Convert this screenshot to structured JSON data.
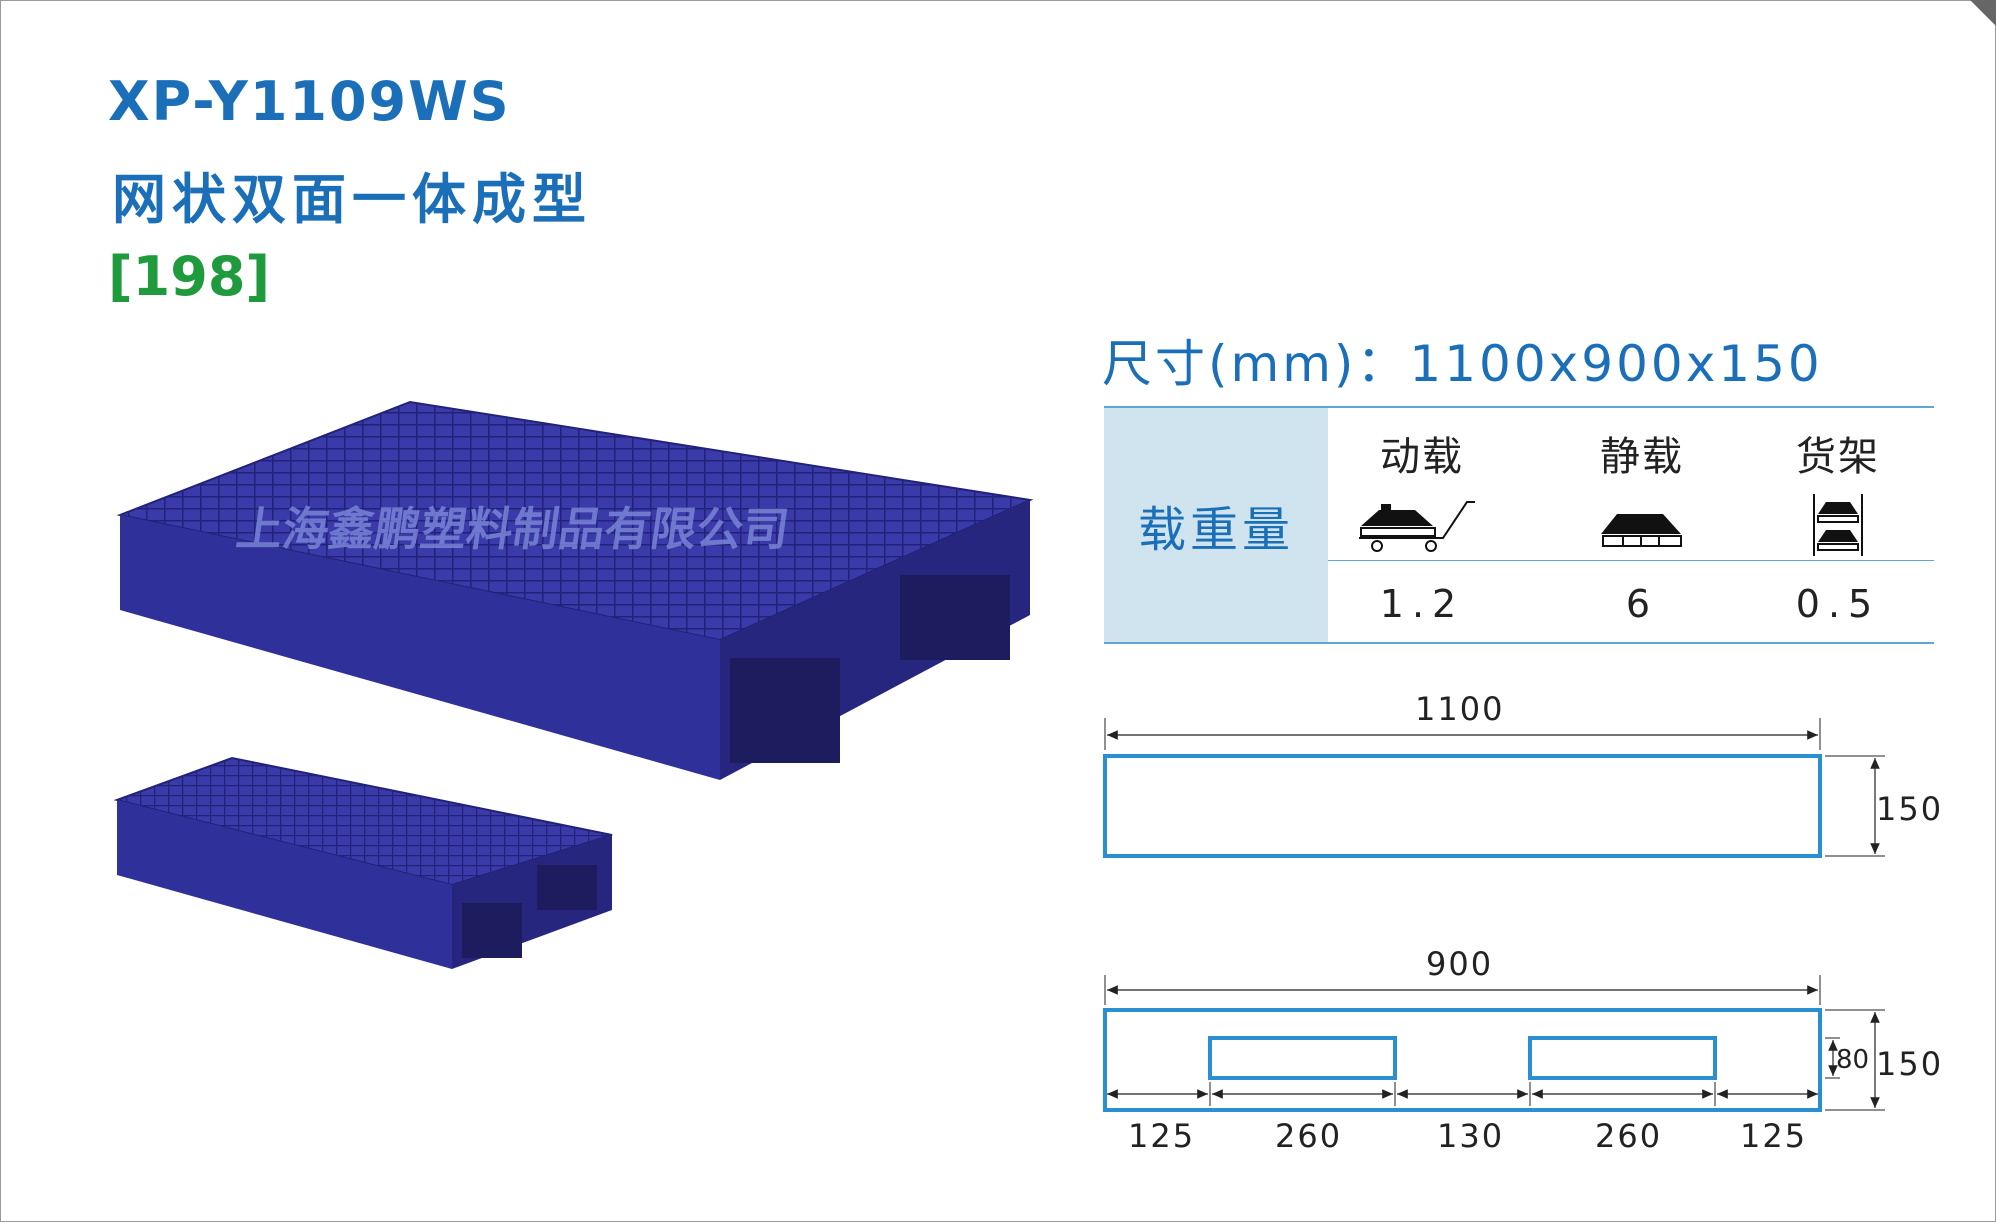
{
  "product": {
    "model": "XP-Y1109WS",
    "type": "网状双面一体成型",
    "code": "[198]",
    "watermark": "上海鑫鹏塑料制品有限公司"
  },
  "dimensions_label": "尺寸(mm)：1100x900x150",
  "load_table": {
    "row_label": "载重量",
    "columns": [
      {
        "label": "动载",
        "icon": "forklift-cart-icon",
        "value": "1.2"
      },
      {
        "label": "静载",
        "icon": "static-load-icon",
        "value": "6"
      },
      {
        "label": "货架",
        "icon": "rack-icon",
        "value": "0.5"
      }
    ]
  },
  "side_view_1": {
    "width": "1100",
    "height": "150"
  },
  "side_view_2": {
    "width": "900",
    "height": "150",
    "opening_height": "80",
    "segments": [
      "125",
      "260",
      "130",
      "260",
      "125"
    ]
  },
  "colors": {
    "title_blue": "#1a6fb8",
    "code_green": "#1f9a3c",
    "table_fill": "#cfe4ee",
    "pallet_blue": "#30309a"
  }
}
